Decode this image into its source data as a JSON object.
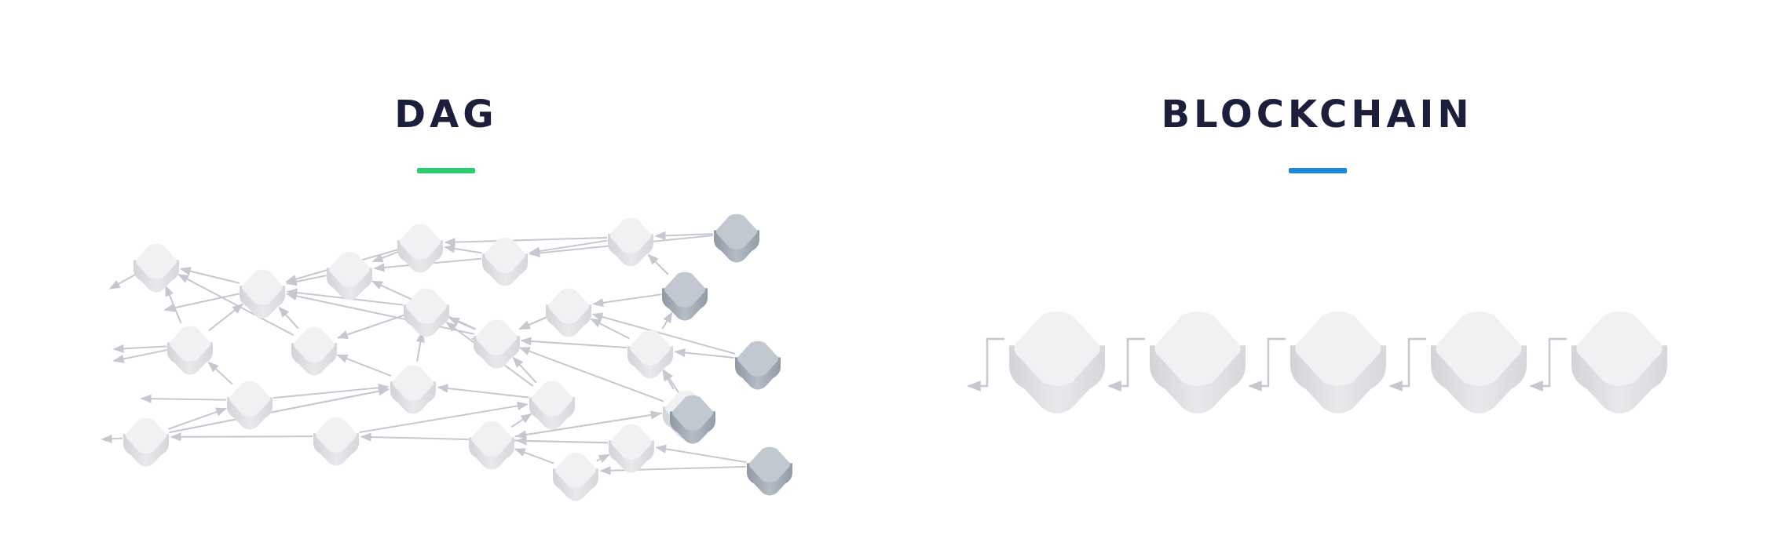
{
  "panels": [
    {
      "id": "dag",
      "title": "DAG",
      "accent_color": "#2ecc71"
    },
    {
      "id": "blockchain",
      "title": "BLOCKCHAIN",
      "accent_color": "#1e88d9"
    }
  ],
  "colors": {
    "block_light_top": "#f1f1f3",
    "block_light_side": "#dcdce0",
    "block_dark_top": "#c2c8d0",
    "block_dark_side": "#98a1ac",
    "edge": "#c5c8d0"
  },
  "blockchain": {
    "block_count": 5
  },
  "dag": {
    "nodes": [
      {
        "id": "n1",
        "tip": false
      },
      {
        "id": "n2",
        "tip": false
      },
      {
        "id": "n3",
        "tip": false
      },
      {
        "id": "n4",
        "tip": false
      },
      {
        "id": "n5",
        "tip": false
      },
      {
        "id": "n6",
        "tip": false
      },
      {
        "id": "n7",
        "tip": false
      },
      {
        "id": "n8",
        "tip": false
      },
      {
        "id": "n9",
        "tip": false
      },
      {
        "id": "n10",
        "tip": false
      },
      {
        "id": "n11",
        "tip": false
      },
      {
        "id": "n12",
        "tip": false
      },
      {
        "id": "n13",
        "tip": false
      },
      {
        "id": "n14",
        "tip": false
      },
      {
        "id": "n15",
        "tip": false
      },
      {
        "id": "n16",
        "tip": false
      },
      {
        "id": "n17",
        "tip": false
      },
      {
        "id": "n18",
        "tip": false
      },
      {
        "id": "n19",
        "tip": false
      },
      {
        "id": "n20",
        "tip": false
      },
      {
        "id": "n21",
        "tip": false
      },
      {
        "id": "n22",
        "tip": false
      },
      {
        "id": "t1",
        "tip": true
      },
      {
        "id": "t2",
        "tip": true
      },
      {
        "id": "t3",
        "tip": true
      },
      {
        "id": "t4",
        "tip": true
      },
      {
        "id": "t5",
        "tip": true
      }
    ],
    "edges": [
      [
        "n2",
        "n1"
      ],
      [
        "n4",
        "n2"
      ],
      [
        "n5",
        "n2"
      ],
      [
        "n5",
        "n4"
      ],
      [
        "n6",
        "n5"
      ],
      [
        "n6",
        "n4"
      ],
      [
        "n7",
        "n6"
      ],
      [
        "n7",
        "n5"
      ],
      [
        "t1",
        "n7"
      ],
      [
        "t1",
        "n6"
      ],
      [
        "t2",
        "n7"
      ],
      [
        "t2",
        "n12"
      ],
      [
        "n12",
        "n11"
      ],
      [
        "n12",
        "n10"
      ],
      [
        "n11",
        "n10"
      ],
      [
        "n11",
        "n9"
      ],
      [
        "n10",
        "n2"
      ],
      [
        "n10",
        "n4"
      ],
      [
        "n9",
        "n8"
      ],
      [
        "n9",
        "n2"
      ],
      [
        "n8",
        "n2"
      ],
      [
        "n8",
        "n1"
      ],
      [
        "n3",
        "n1"
      ],
      [
        "n3",
        "n2"
      ],
      [
        "n13",
        "n11"
      ],
      [
        "n13",
        "n12"
      ],
      [
        "t3",
        "n13"
      ],
      [
        "t3",
        "n12"
      ],
      [
        "n16",
        "n11"
      ],
      [
        "n16",
        "n9"
      ],
      [
        "n15",
        "n8"
      ],
      [
        "n15",
        "n9"
      ],
      [
        "n17",
        "n13"
      ],
      [
        "n17",
        "n11"
      ],
      [
        "t4",
        "n17"
      ],
      [
        "t4",
        "n13"
      ],
      [
        "n18",
        "n14"
      ],
      [
        "n18",
        "n15"
      ],
      [
        "n19",
        "n16"
      ],
      [
        "n19",
        "n18"
      ],
      [
        "n20",
        "n17"
      ],
      [
        "n20",
        "n16"
      ],
      [
        "n21",
        "n20"
      ],
      [
        "n21",
        "n19"
      ],
      [
        "n22",
        "n21"
      ],
      [
        "n22",
        "n20"
      ],
      [
        "t5",
        "n22"
      ],
      [
        "t5",
        "n21"
      ],
      [
        "n14",
        "n3"
      ],
      [
        "n14",
        "n15"
      ],
      [
        "n13",
        "t2"
      ],
      [
        "n16",
        "n15"
      ],
      [
        "n18",
        "n15"
      ],
      [
        "n17",
        "n20"
      ]
    ],
    "dangling": [
      "n1",
      "n3",
      "n8",
      "n3",
      "n14",
      "n15"
    ]
  }
}
